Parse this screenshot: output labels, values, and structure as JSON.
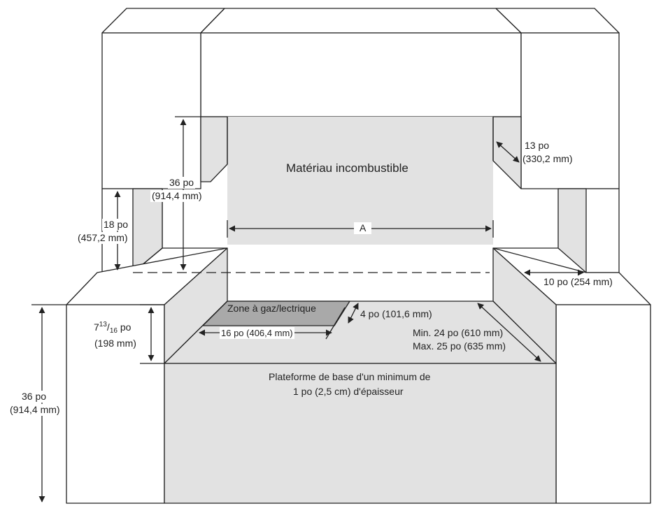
{
  "labels": {
    "material": "Matériau incombustible",
    "dim_a": "A",
    "top_36_po": "36 po",
    "top_36_mm": "(914,4 mm)",
    "side_18_po": "18 po",
    "side_18_mm": "(457,2 mm)",
    "right_13_po": "13 po",
    "right_13_mm": "(330,2 mm)",
    "right_10": "10 po (254 mm)",
    "zone": "Zone à gaz/lectrique",
    "depth_4": "4 po (101,6 mm)",
    "width_16": "16 po (406,4 mm)",
    "min_24": "Min. 24 po (610 mm)",
    "max_25": "Max. 25 po (635 mm)",
    "h_whole": "7",
    "h_num": "13",
    "h_den": "16",
    "h_unit": "po",
    "h_mm": "(198 mm)",
    "platform_line1": "Plateforme de base d'un minimum de",
    "platform_line2": "1 po (2,5 cm) d'épaisseur",
    "left_36_po": "36 po",
    "left_36_mm": "(914,4 mm)"
  },
  "colors": {
    "line": "#222222",
    "gray_fill": "#e2e2e2",
    "zone_fill": "#a9a9a9"
  }
}
